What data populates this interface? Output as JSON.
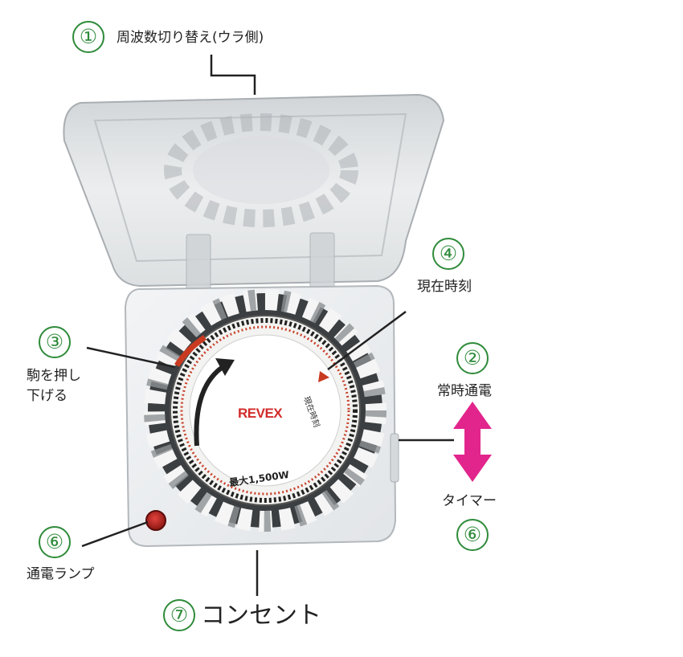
{
  "annotations": [
    {
      "id": "freq",
      "num": "①",
      "text": "周波数切り替え(ウラ側)"
    },
    {
      "id": "always",
      "num": "②",
      "text": "常時通電"
    },
    {
      "id": "peg",
      "num": "③",
      "text": "駒を押し\n下げる"
    },
    {
      "id": "now",
      "num": "④",
      "text": "現在時刻"
    },
    {
      "id": "timer",
      "num": "⑥",
      "text": "タイマー"
    },
    {
      "id": "lamp",
      "num": "⑥",
      "text": "通電ランプ"
    },
    {
      "id": "outlet",
      "num": "⑦",
      "text": "コンセント"
    }
  ],
  "device": {
    "brand": "REVEX",
    "rating": "最大1,500W",
    "dial_marker": "現在時刻"
  },
  "colors": {
    "annotation_green": "#2e8b3a",
    "switch_arrow": "#e2258c",
    "brand_red": "#d22b2b"
  }
}
